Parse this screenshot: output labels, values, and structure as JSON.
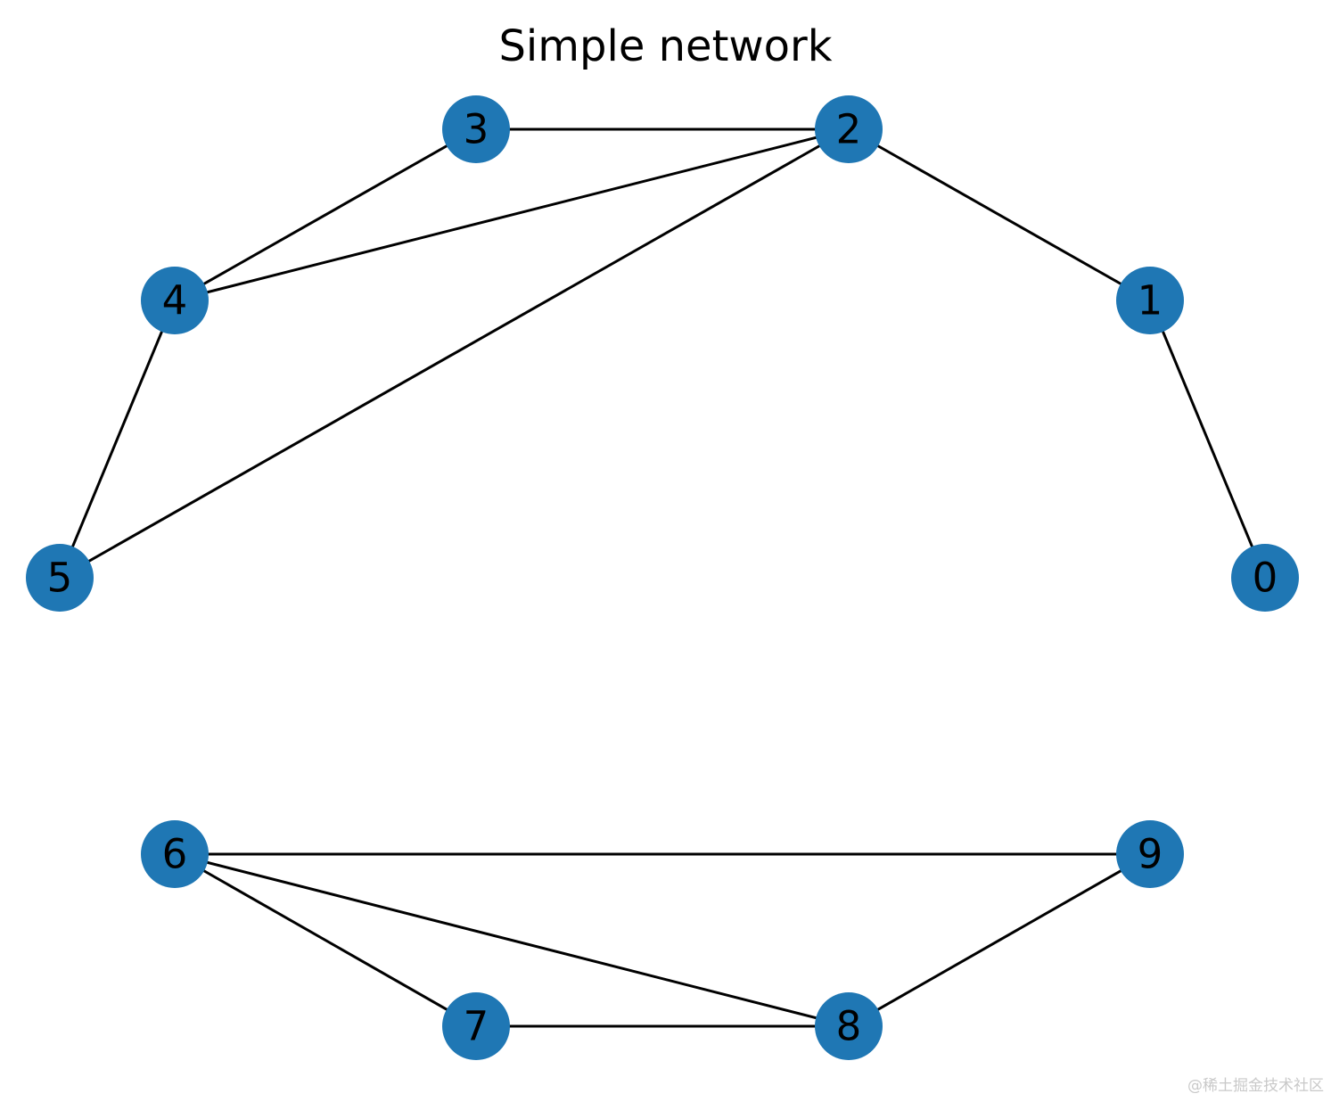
{
  "title": "Simple network",
  "node_color": "#1f77b4",
  "edge_color": "#000000",
  "label_color": "#000000",
  "nodes": [
    "0",
    "1",
    "2",
    "3",
    "4",
    "5",
    "6",
    "7",
    "8",
    "9"
  ],
  "edges": [
    [
      "0",
      "1"
    ],
    [
      "1",
      "2"
    ],
    [
      "2",
      "3"
    ],
    [
      "2",
      "4"
    ],
    [
      "2",
      "5"
    ],
    [
      "3",
      "4"
    ],
    [
      "4",
      "5"
    ],
    [
      "6",
      "7"
    ],
    [
      "6",
      "8"
    ],
    [
      "6",
      "9"
    ],
    [
      "7",
      "8"
    ],
    [
      "8",
      "9"
    ]
  ],
  "watermark": "@稀土掘金技术社区"
}
